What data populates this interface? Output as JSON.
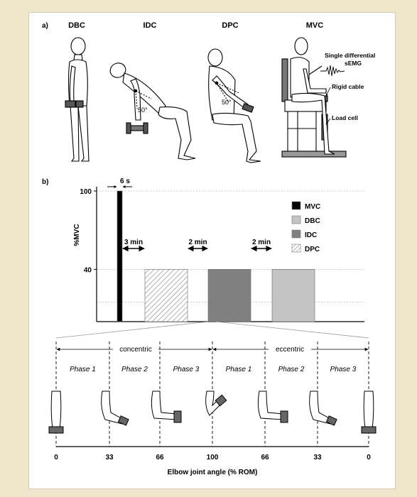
{
  "panel_a": {
    "label": "a)",
    "titles": [
      "DBC",
      "IDC",
      "DPC",
      "MVC"
    ],
    "angle_idc": "50°",
    "angle_dpc": "50°",
    "annotations": {
      "emg_line1": "Single differential",
      "emg_line2": "sEMG",
      "rigid_cable": "Rigid cable",
      "load_cell": "Load cell"
    }
  },
  "panel_b": {
    "label": "b)",
    "ylabel": "%MVC",
    "ticks": [
      {
        "value": 100,
        "label": "100"
      },
      {
        "value": 40,
        "label": "40"
      }
    ],
    "duration_label": "6 s",
    "rests": [
      "3 min",
      "2 min",
      "2 min"
    ],
    "legend": [
      {
        "label": "MVC",
        "color": "#000000",
        "pattern": "solid"
      },
      {
        "label": "DBC",
        "color": "#c4c4c4",
        "pattern": "solid"
      },
      {
        "label": "IDC",
        "color": "#808080",
        "pattern": "solid"
      },
      {
        "label": "DPC",
        "color": "#ffffff",
        "pattern": "hatch"
      }
    ],
    "chart_data": {
      "type": "bar",
      "ylabel": "%MVC",
      "ylim": [
        0,
        100
      ],
      "gridlines": [
        100,
        40,
        15
      ],
      "bars": [
        {
          "name": "MVC",
          "value": 100
        },
        {
          "name": "DPC",
          "value": 40
        },
        {
          "name": "IDC",
          "value": 40
        },
        {
          "name": "DBC",
          "value": 40
        }
      ]
    }
  },
  "rom": {
    "concentric": "concentric",
    "eccentric": "eccentric",
    "phases": [
      "Phase 1",
      "Phase 2",
      "Phase 3",
      "Phase 1",
      "Phase 2",
      "Phase 3"
    ],
    "ticks": [
      "0",
      "33",
      "66",
      "100",
      "66",
      "33",
      "0"
    ],
    "xlabel": "Elbow joint angle (% ROM)"
  }
}
